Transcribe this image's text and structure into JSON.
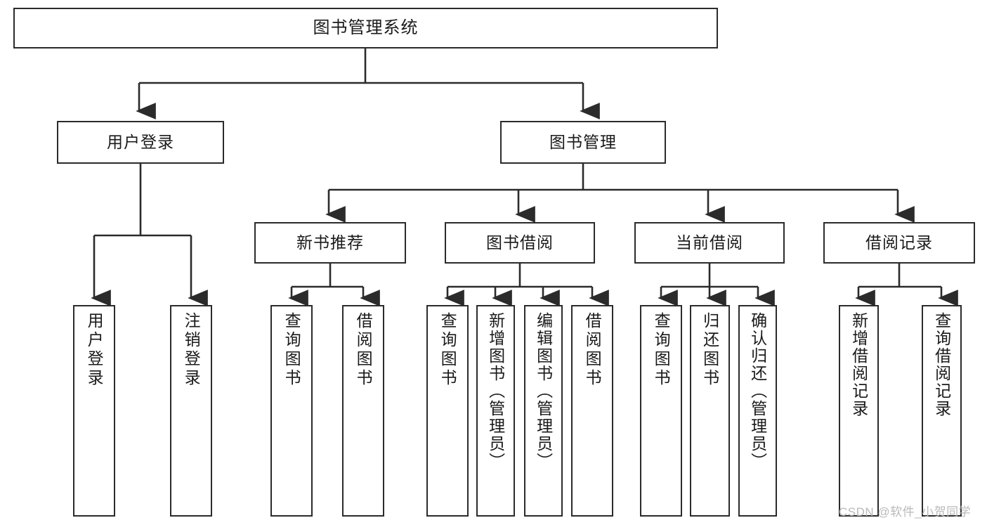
{
  "diagram": {
    "kind": "hierarchy-tree",
    "title": "图书管理系统",
    "colors": {
      "box_border": "#2b2b2b",
      "box_fill": "#ffffff",
      "connector": "#2b2b2b",
      "background": "#ffffff",
      "watermark": "#b9b9b9"
    },
    "levels": {
      "root": {
        "label": "图书管理系统"
      },
      "level2": [
        {
          "label": "用户登录"
        },
        {
          "label": "图书管理"
        }
      ],
      "level3": [
        {
          "label": "新书推荐"
        },
        {
          "label": "图书借阅"
        },
        {
          "label": "当前借阅"
        },
        {
          "label": "借阅记录"
        }
      ],
      "leaves": {
        "user_login": [
          {
            "label": "用户登录"
          },
          {
            "label": "注销登录"
          }
        ],
        "new_book_recommend": [
          {
            "label": "查询图书"
          },
          {
            "label": "借阅图书"
          }
        ],
        "book_borrow": [
          {
            "label": "查询图书"
          },
          {
            "label": "新增图书（管理员）"
          },
          {
            "label": "编辑图书（管理员）"
          },
          {
            "label": "借阅图书"
          }
        ],
        "current_borrow": [
          {
            "label": "查询图书"
          },
          {
            "label": "归还图书"
          },
          {
            "label": "确认归还（管理员）"
          }
        ],
        "borrow_record": [
          {
            "label": "新增借阅记录"
          },
          {
            "label": "查询借阅记录"
          }
        ]
      }
    }
  },
  "watermark": {
    "text": "CSDN @软件_小贺同学"
  }
}
